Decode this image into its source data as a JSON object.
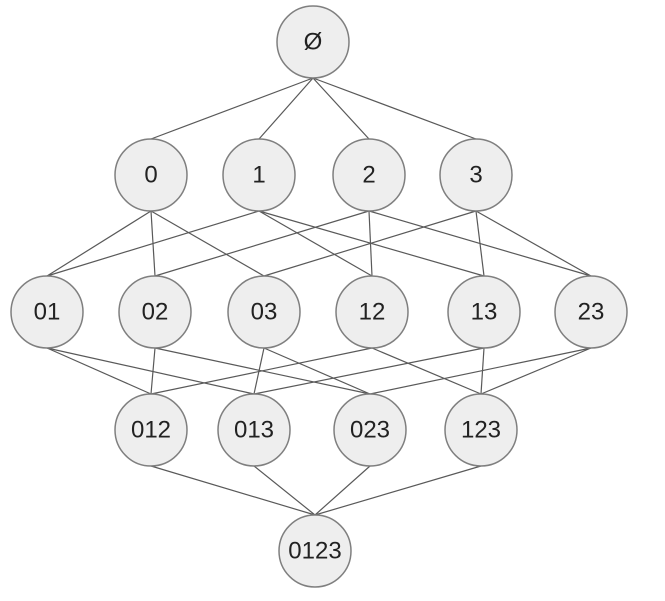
{
  "diagram": {
    "nodes": [
      {
        "id": "empty",
        "label": "Ø"
      },
      {
        "id": "n0",
        "label": "0"
      },
      {
        "id": "n1",
        "label": "1"
      },
      {
        "id": "n2",
        "label": "2"
      },
      {
        "id": "n3",
        "label": "3"
      },
      {
        "id": "n01",
        "label": "01"
      },
      {
        "id": "n02",
        "label": "02"
      },
      {
        "id": "n03",
        "label": "03"
      },
      {
        "id": "n12",
        "label": "12"
      },
      {
        "id": "n13",
        "label": "13"
      },
      {
        "id": "n23",
        "label": "23"
      },
      {
        "id": "n012",
        "label": "012"
      },
      {
        "id": "n013",
        "label": "013"
      },
      {
        "id": "n023",
        "label": "023"
      },
      {
        "id": "n123",
        "label": "123"
      },
      {
        "id": "n0123",
        "label": "0123"
      }
    ],
    "edges": [
      [
        "empty",
        "n0"
      ],
      [
        "empty",
        "n1"
      ],
      [
        "empty",
        "n2"
      ],
      [
        "empty",
        "n3"
      ],
      [
        "n0",
        "n01"
      ],
      [
        "n0",
        "n02"
      ],
      [
        "n0",
        "n03"
      ],
      [
        "n1",
        "n01"
      ],
      [
        "n1",
        "n12"
      ],
      [
        "n1",
        "n13"
      ],
      [
        "n2",
        "n02"
      ],
      [
        "n2",
        "n12"
      ],
      [
        "n2",
        "n23"
      ],
      [
        "n3",
        "n03"
      ],
      [
        "n3",
        "n13"
      ],
      [
        "n3",
        "n23"
      ],
      [
        "n01",
        "n012"
      ],
      [
        "n01",
        "n013"
      ],
      [
        "n02",
        "n012"
      ],
      [
        "n02",
        "n023"
      ],
      [
        "n03",
        "n013"
      ],
      [
        "n03",
        "n023"
      ],
      [
        "n12",
        "n012"
      ],
      [
        "n12",
        "n123"
      ],
      [
        "n13",
        "n013"
      ],
      [
        "n13",
        "n123"
      ],
      [
        "n23",
        "n023"
      ],
      [
        "n23",
        "n123"
      ],
      [
        "n012",
        "n0123"
      ],
      [
        "n013",
        "n0123"
      ],
      [
        "n023",
        "n0123"
      ],
      [
        "n123",
        "n0123"
      ]
    ]
  },
  "colors": {
    "node_fill": "#eeeeee",
    "node_stroke": "#7f7f7f",
    "edge": "#595959",
    "label": "#222222"
  }
}
